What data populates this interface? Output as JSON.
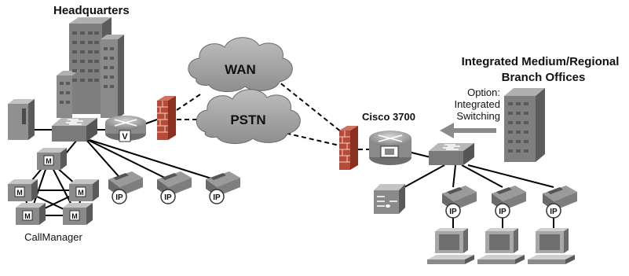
{
  "labels": {
    "headquarters": "Headquarters",
    "wan": "WAN",
    "pstn": "PSTN",
    "cisco": "Cisco 3700",
    "branch_line1": "Integrated Medium/Regional",
    "branch_line2": "Branch Offices",
    "option_line1": "Option:",
    "option_line2": "Integrated",
    "option_line3": "Switching",
    "callmanager": "CallManager",
    "ip": "IP",
    "m": "M",
    "v": "V"
  },
  "colors": {
    "device": "#8a8a8a",
    "device_dark": "#5a5a5a",
    "device_light": "#c4c4c4",
    "cloud": "#a8a8a8",
    "firewall": "#b84a3a",
    "arrow": "#8a8a8a",
    "link": "#000000"
  }
}
